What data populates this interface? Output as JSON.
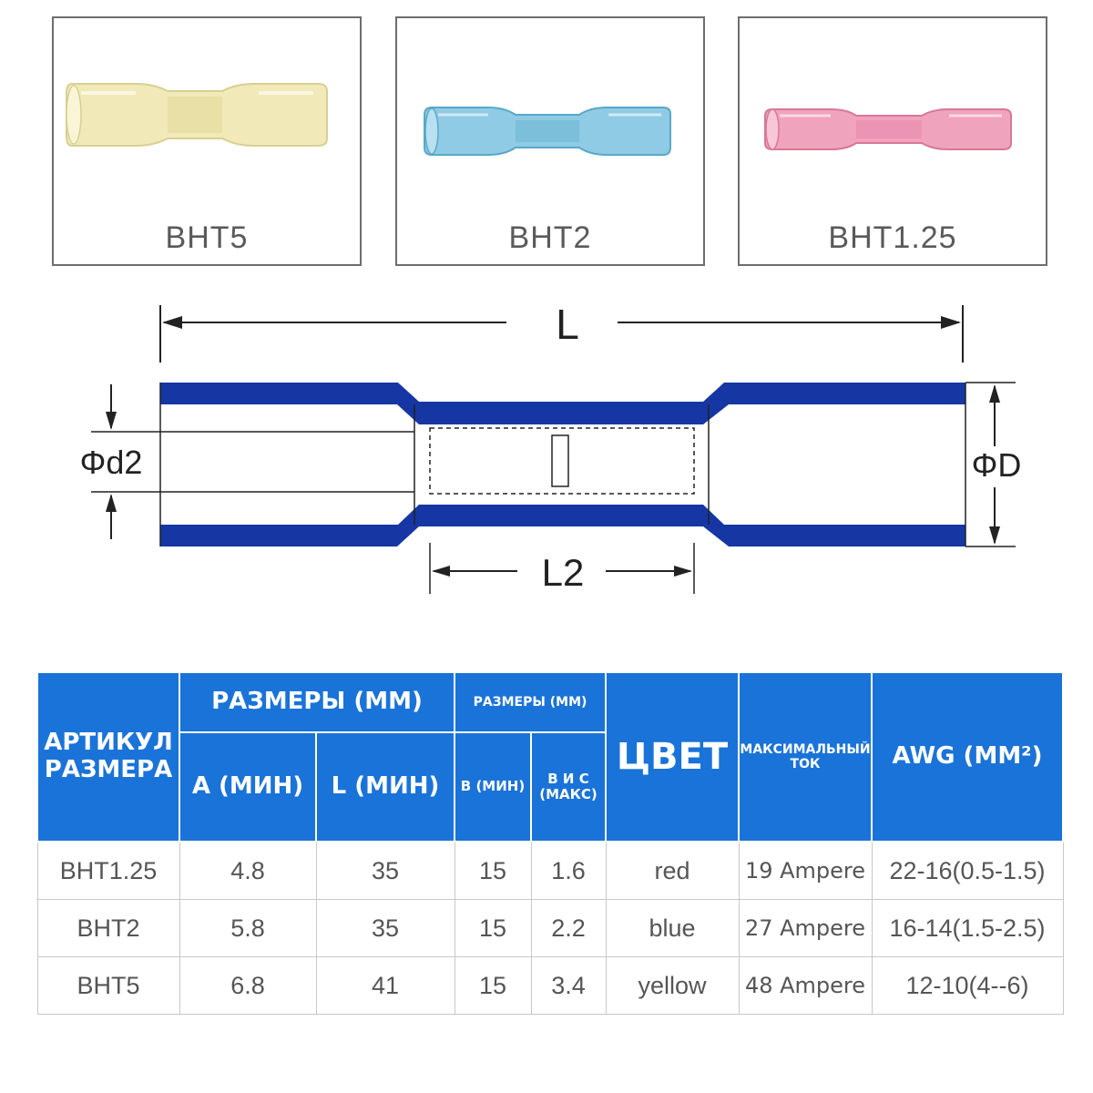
{
  "products": [
    {
      "label": "BHT5",
      "color": "#f1e9b8"
    },
    {
      "label": "BHT2",
      "color": "#8fcbe4"
    },
    {
      "label": "BHT1.25",
      "color": "#f0a3bd"
    }
  ],
  "diagram": {
    "label_L": "L",
    "label_L2": "L2",
    "label_D": "ΦD",
    "label_d2": "Φd2",
    "stroke_color": "#1536a3"
  },
  "table": {
    "header": {
      "article": "АРТИКУЛ РАЗМЕРА",
      "dims1": "РАЗМЕРЫ (ММ)",
      "dims2": "РАЗМЕРЫ (ММ)",
      "a_min": "A (МИН)",
      "l_min": "L (МИН)",
      "b_min": "B (МИН)",
      "bic_max": "B И C (МАКС)",
      "color": "ЦВЕТ",
      "max_current": "МАКСИМАЛЬНЫЙ ТОК",
      "awg": "AWG (ММ²)"
    },
    "rows": [
      {
        "article": "BHT1.25",
        "a": "4.8",
        "l": "35",
        "b": "15",
        "bc": "1.6",
        "color": "red",
        "current": "19 Ampere",
        "awg": "22-16(0.5-1.5)"
      },
      {
        "article": "BHT2",
        "a": "5.8",
        "l": "35",
        "b": "15",
        "bc": "2.2",
        "color": "blue",
        "current": "27 Ampere",
        "awg": "16-14(1.5-2.5)"
      },
      {
        "article": "BHT5",
        "a": "6.8",
        "l": "41",
        "b": "15",
        "bc": "3.4",
        "color": "yellow",
        "current": "48 Ampere",
        "awg": "12-10(4--6)"
      }
    ],
    "header_color": "#1a73d8"
  }
}
